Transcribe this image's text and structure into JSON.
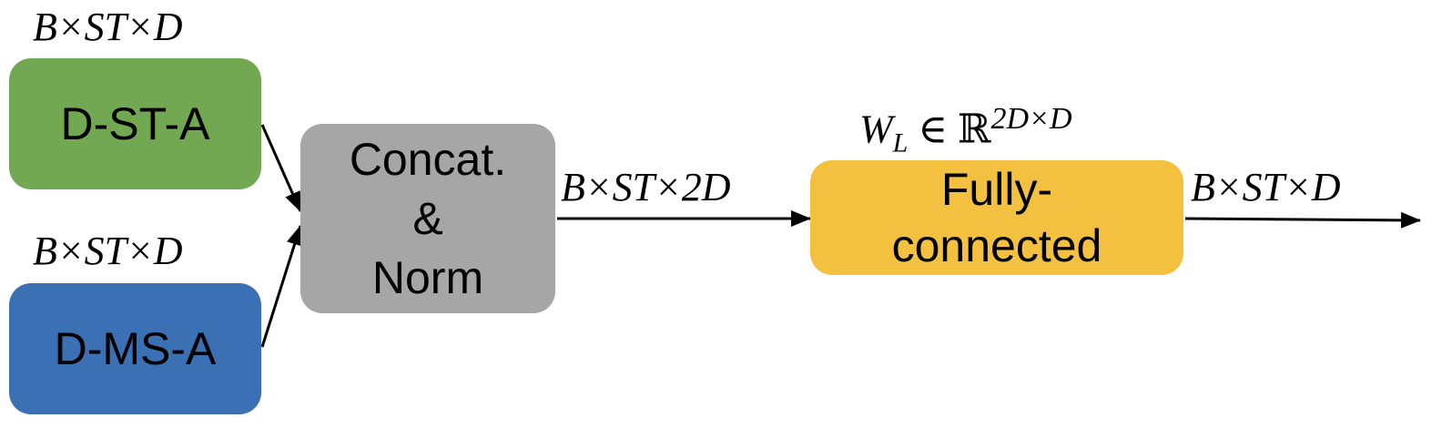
{
  "boxes": {
    "dsta": {
      "label": "D-ST-A",
      "color": "#73a852"
    },
    "dmsa": {
      "label": "D-MS-A",
      "color": "#3b70b5"
    },
    "concat": {
      "lines": [
        "Concat.",
        "&",
        "Norm"
      ],
      "color": "#a6a6a6"
    },
    "fc": {
      "lines": [
        "Fully-",
        "connected"
      ],
      "color": "#f4c040"
    }
  },
  "labels": {
    "dsta_dim": "B×ST×D",
    "dmsa_dim": "B×ST×D",
    "concat_out_dim": "B×ST×2D",
    "fc_out_dim": "B×ST×D",
    "weight_symbol": "W",
    "weight_subscript": "L",
    "weight_set": " ∈ ℝ",
    "weight_superscript": "2D×D"
  }
}
